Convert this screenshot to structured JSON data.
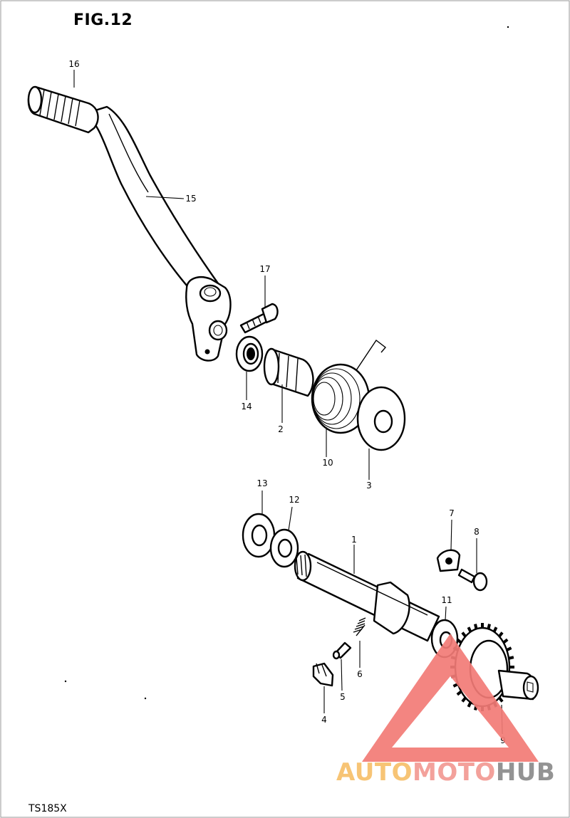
{
  "figure": {
    "title": "FIG.12",
    "model": "TS185X"
  },
  "callouts": [
    {
      "id": "16",
      "label": "16"
    },
    {
      "id": "15",
      "label": "15"
    },
    {
      "id": "17",
      "label": "17"
    },
    {
      "id": "14",
      "label": "14"
    },
    {
      "id": "2",
      "label": "2"
    },
    {
      "id": "10",
      "label": "10"
    },
    {
      "id": "3",
      "label": "3"
    },
    {
      "id": "13",
      "label": "13"
    },
    {
      "id": "12",
      "label": "12"
    },
    {
      "id": "1",
      "label": "1"
    },
    {
      "id": "7",
      "label": "7"
    },
    {
      "id": "8",
      "label": "8"
    },
    {
      "id": "11",
      "label": "11"
    },
    {
      "id": "6",
      "label": "6"
    },
    {
      "id": "5",
      "label": "5"
    },
    {
      "id": "4",
      "label": "4"
    },
    {
      "id": "9",
      "label": "9"
    }
  ],
  "watermark": {
    "part1": "AUTO",
    "part2": "MOTO",
    "part3": "HUB",
    "colors": {
      "auto": "#f7c06a",
      "moto": "#f29a93",
      "hub": "#8a8a8a",
      "triangle": "#f27b76"
    }
  }
}
